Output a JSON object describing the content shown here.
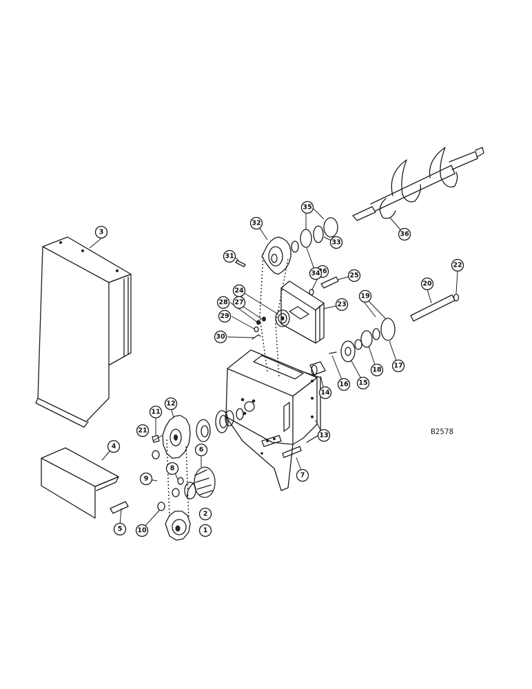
{
  "drawing_code": "B2578",
  "callouts": [
    {
      "id": "c1",
      "label": "1"
    },
    {
      "id": "c2",
      "label": "2"
    },
    {
      "id": "c3",
      "label": "3"
    },
    {
      "id": "c4",
      "label": "4"
    },
    {
      "id": "c5",
      "label": "5"
    },
    {
      "id": "c6",
      "label": "6"
    },
    {
      "id": "c7",
      "label": "7"
    },
    {
      "id": "c8",
      "label": "8"
    },
    {
      "id": "c9",
      "label": "9"
    },
    {
      "id": "c10",
      "label": "10"
    },
    {
      "id": "c11",
      "label": "11"
    },
    {
      "id": "c12",
      "label": "12"
    },
    {
      "id": "c13",
      "label": "13"
    },
    {
      "id": "c14",
      "label": "14"
    },
    {
      "id": "c15",
      "label": "15"
    },
    {
      "id": "c16",
      "label": "16"
    },
    {
      "id": "c17",
      "label": "17"
    },
    {
      "id": "c18",
      "label": "18"
    },
    {
      "id": "c19",
      "label": "19"
    },
    {
      "id": "c20",
      "label": "20"
    },
    {
      "id": "c21",
      "label": "21"
    },
    {
      "id": "c22",
      "label": "22"
    },
    {
      "id": "c23",
      "label": "23"
    },
    {
      "id": "c24",
      "label": "24"
    },
    {
      "id": "c25",
      "label": "25"
    },
    {
      "id": "c26",
      "label": "26"
    },
    {
      "id": "c27",
      "label": "27"
    },
    {
      "id": "c28",
      "label": "28"
    },
    {
      "id": "c29",
      "label": "29"
    },
    {
      "id": "c30",
      "label": "30"
    },
    {
      "id": "c31",
      "label": "31"
    },
    {
      "id": "c32",
      "label": "32"
    },
    {
      "id": "c33",
      "label": "33"
    },
    {
      "id": "c34",
      "label": "34"
    },
    {
      "id": "c35",
      "label": "35"
    },
    {
      "id": "c36",
      "label": "36"
    }
  ]
}
